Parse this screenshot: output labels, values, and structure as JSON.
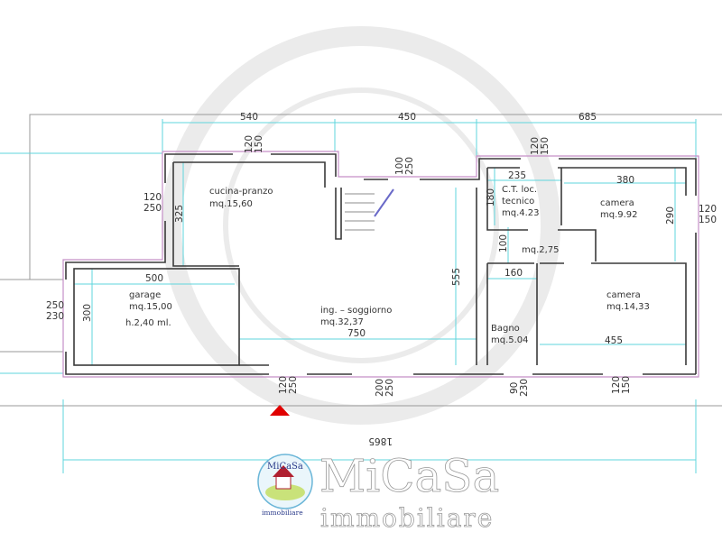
{
  "plan": {
    "rooms": {
      "cucina": {
        "name": "cucina-pranzo",
        "area": "mq.15,60"
      },
      "garage": {
        "name": "garage",
        "area": "mq.15,00",
        "height": "h.2,40 ml."
      },
      "soggiorno": {
        "name": "ing. – soggiorno",
        "area": "mq.32,37"
      },
      "ct": {
        "name1": "C.T. loc.",
        "name2": "tecnico",
        "area": "mq.4.23"
      },
      "camera1": {
        "name": "camera",
        "area": "mq.9.92"
      },
      "disimpegno": {
        "area": "mq.2,75"
      },
      "camera2": {
        "name": "camera",
        "area": "mq.14,33"
      },
      "bagno": {
        "name": "Bagno",
        "area": "mq.5.04"
      }
    },
    "dimensions": {
      "top_a": "540",
      "top_b": "450",
      "top_c": "685",
      "garage_width": "500",
      "garage_depth": "300",
      "cucina_depth": "325",
      "soggiorno_width": "750",
      "soggiorno_depth": "555",
      "ct_width": "235",
      "ct_depth": "180",
      "camera1_width": "380",
      "camera1_depth": "290",
      "corridor_depth": "100",
      "bagno_width": "160",
      "camera2_width": "455",
      "total_width": "1865"
    },
    "openings": {
      "cucina_top": [
        "120",
        "150"
      ],
      "stair": [
        "100",
        "250"
      ],
      "ct_top": [
        "120",
        "150"
      ],
      "camera1_right": [
        "120",
        "150"
      ],
      "cucina_left": [
        "120",
        "250"
      ],
      "garage_door": [
        "250",
        "230"
      ],
      "entrance": [
        "120",
        "250"
      ],
      "soggiorno_bottom": [
        "200",
        "250"
      ],
      "bagno_bottom": [
        "90",
        "230"
      ],
      "camera2_bottom": [
        "120",
        "150"
      ]
    }
  },
  "logo": {
    "brand": "MiCaSa",
    "sub": "immobiliare"
  },
  "colors": {
    "wall": "#3a3a3a",
    "exterior": "#c58fc8",
    "dimension": "#5fd6dc",
    "entrance_marker": "#e00000"
  }
}
